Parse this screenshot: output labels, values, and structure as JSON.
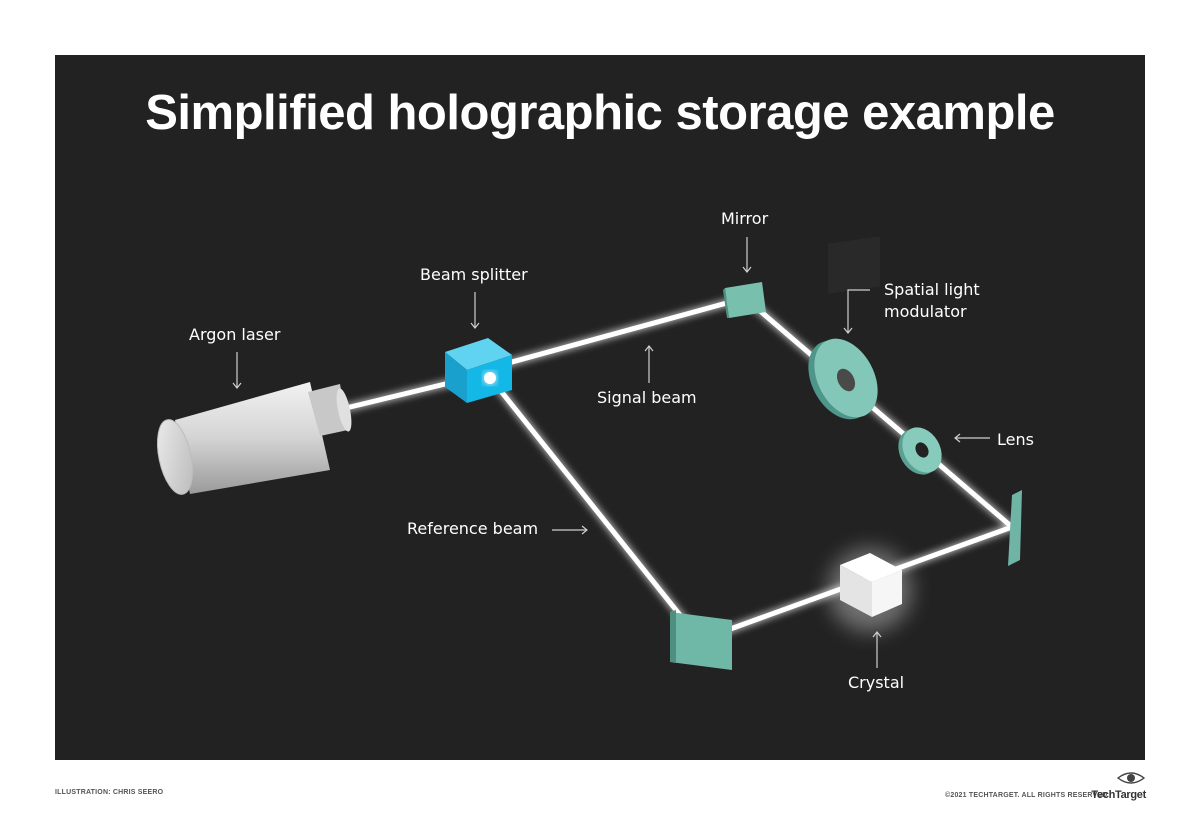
{
  "title": "Simplified holographic storage example",
  "labels": {
    "argon_laser": "Argon laser",
    "beam_splitter": "Beam splitter",
    "mirror": "Mirror",
    "spatial_light_modulator_line1": "Spatial light",
    "spatial_light_modulator_line2": "modulator",
    "signal_beam": "Signal beam",
    "lens": "Lens",
    "reference_beam": "Reference beam",
    "crystal": "Crystal"
  },
  "footer": {
    "credit": "ILLUSTRATION: CHRIS SEERO",
    "copyright": "©2021 TECHTARGET. ALL RIGHTS RESERVED",
    "brand": "TechTarget"
  },
  "colors": {
    "background": "#222222",
    "beam": "#ffffff",
    "beam_splitter": "#1fb0dc",
    "optics_teal": "#6fb8a8",
    "laser_body": "#d6d6d6",
    "crystal": "#f2f2f2"
  }
}
